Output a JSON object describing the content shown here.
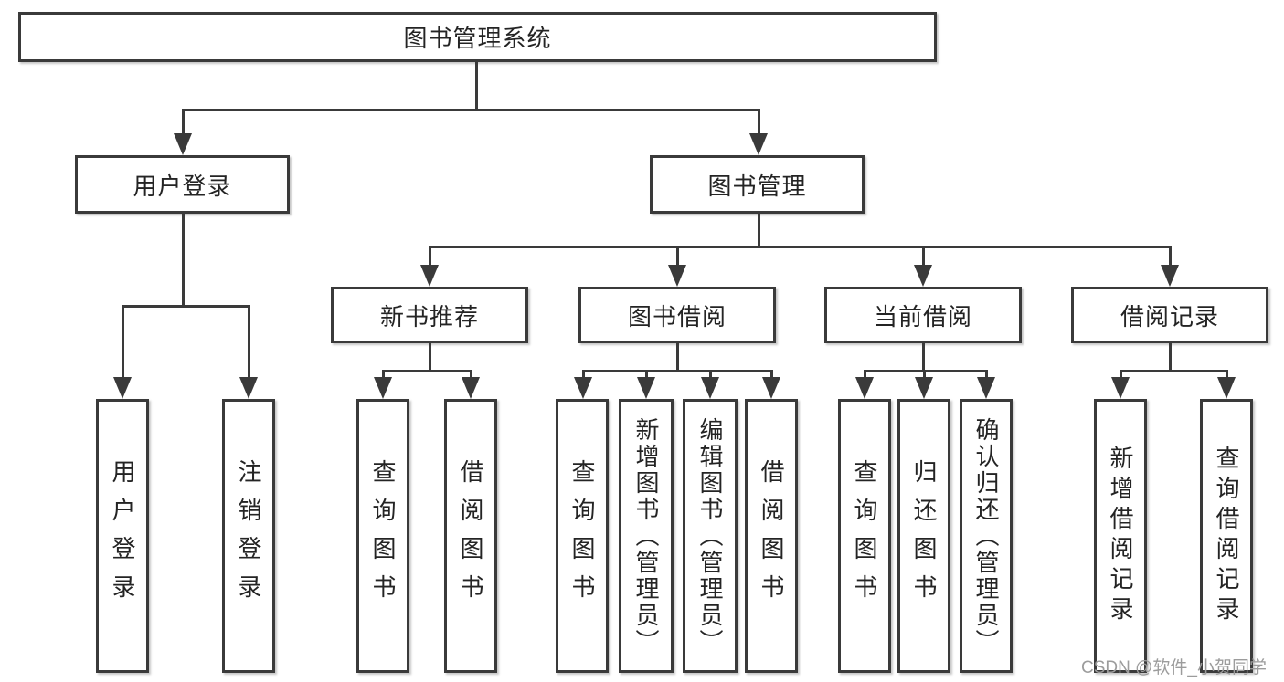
{
  "diagram": {
    "root": {
      "label": "图书管理系统"
    },
    "branches": [
      {
        "label": "用户登录",
        "children": [
          {
            "label": "用户登录"
          },
          {
            "label": "注销登录"
          }
        ]
      },
      {
        "label": "图书管理",
        "children": [
          {
            "label": "新书推荐",
            "children": [
              {
                "label": "查询图书"
              },
              {
                "label": "借阅图书"
              }
            ]
          },
          {
            "label": "图书借阅",
            "children": [
              {
                "label": "查询图书"
              },
              {
                "label": "新增图书（管理员）"
              },
              {
                "label": "编辑图书（管理员）"
              },
              {
                "label": "借阅图书"
              }
            ]
          },
          {
            "label": "当前借阅",
            "children": [
              {
                "label": "查询图书"
              },
              {
                "label": "归还图书"
              },
              {
                "label": "确认归还（管理员）"
              }
            ]
          },
          {
            "label": "借阅记录",
            "children": [
              {
                "label": "新增借阅记录"
              },
              {
                "label": "查询借阅记录"
              }
            ]
          }
        ]
      }
    ]
  },
  "watermark": {
    "text": "CSDN @软件_小贺同学"
  },
  "colors": {
    "line": "#3a3a3a",
    "box_border": "#3a3a3a",
    "text": "#242424",
    "watermark": "#9c9c9c",
    "background": "#ffffff"
  }
}
